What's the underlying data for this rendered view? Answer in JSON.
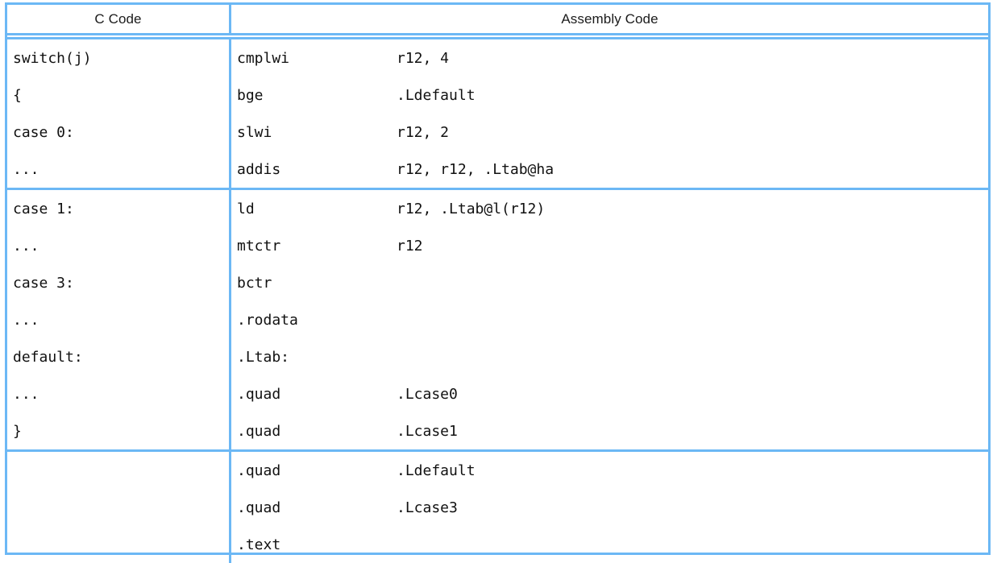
{
  "table": {
    "headers": {
      "c_code": "C Code",
      "assembly_code": "Assembly Code"
    },
    "border_color": "#6cb8f5",
    "background_color": "#ffffff",
    "text_color": "#111111",
    "groups": [
      {
        "c_lines": [
          "switch(j)",
          "{",
          "case 0:",
          "..."
        ],
        "asm_lines": [
          {
            "mnemonic": "cmplwi",
            "operands": "r12, 4"
          },
          {
            "mnemonic": "bge",
            "operands": ".Ldefault"
          },
          {
            "mnemonic": "slwi",
            "operands": "r12, 2"
          },
          {
            "mnemonic": "addis",
            "operands": "r12, r12, .Ltab@ha"
          }
        ]
      },
      {
        "c_lines": [
          "case 1:",
          "...",
          "case 3:",
          "...",
          "default:",
          "...",
          "}"
        ],
        "asm_lines": [
          {
            "mnemonic": "ld",
            "operands": "r12, .Ltab@l(r12)"
          },
          {
            "mnemonic": "mtctr",
            "operands": "r12"
          },
          {
            "mnemonic": "bctr",
            "operands": ""
          },
          {
            "mnemonic": ".rodata",
            "operands": ""
          },
          {
            "mnemonic": ".Ltab:",
            "operands": ""
          },
          {
            "mnemonic": ".quad",
            "operands": ".Lcase0"
          },
          {
            "mnemonic": ".quad",
            "operands": ".Lcase1"
          }
        ]
      },
      {
        "c_lines": [
          "",
          "",
          ""
        ],
        "asm_lines": [
          {
            "mnemonic": ".quad",
            "operands": ".Ldefault"
          },
          {
            "mnemonic": ".quad",
            "operands": ".Lcase3"
          },
          {
            "mnemonic": ".text",
            "operands": ""
          }
        ]
      }
    ]
  }
}
